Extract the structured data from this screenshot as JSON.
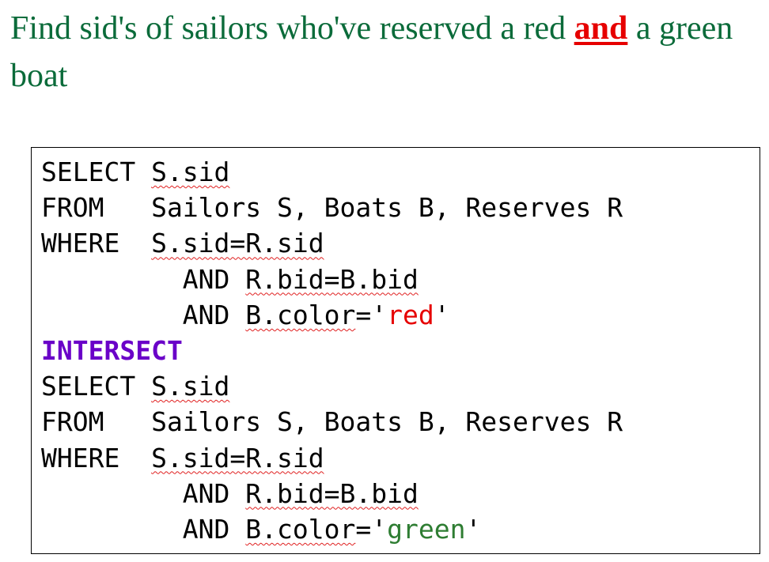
{
  "title": {
    "before": "Find sid's of sailors who've reserved a red ",
    "keyword": "and",
    "after": " a green boat"
  },
  "query": {
    "part1": {
      "select_kw": "SELECT ",
      "select_col": "S.sid",
      "from_kw": "FROM   ",
      "from_tables": "Sailors S, Boats B, Reserves R",
      "where_kw": "WHERE  ",
      "join1": "S.sid=R.sid",
      "and1_kw": "         AND ",
      "join2": "R.bid=B.bid",
      "and2_kw": "         AND ",
      "color_col": "B.color",
      "eq_quote_open": "='",
      "color_value": "red",
      "quote_close": "'"
    },
    "set_operator": "INTERSECT",
    "part2": {
      "select_kw": "SELECT ",
      "select_col": "S.sid",
      "from_kw": "FROM   ",
      "from_tables": "Sailors S, Boats B, Reserves R",
      "where_kw": "WHERE  ",
      "join1": "S.sid=R.sid",
      "and1_kw": "         AND ",
      "join2": "R.bid=B.bid",
      "and2_kw": "         AND ",
      "color_col": "B.color",
      "eq_quote_open": "='",
      "color_value": "green",
      "quote_close": "'"
    }
  },
  "colors": {
    "title": "#0b6b3a",
    "keyword": "#e60000",
    "intersect": "#6a00c8",
    "red_literal": "#e60000",
    "green_literal": "#2e7d32",
    "spellcheck_squiggle": "#e02020"
  }
}
